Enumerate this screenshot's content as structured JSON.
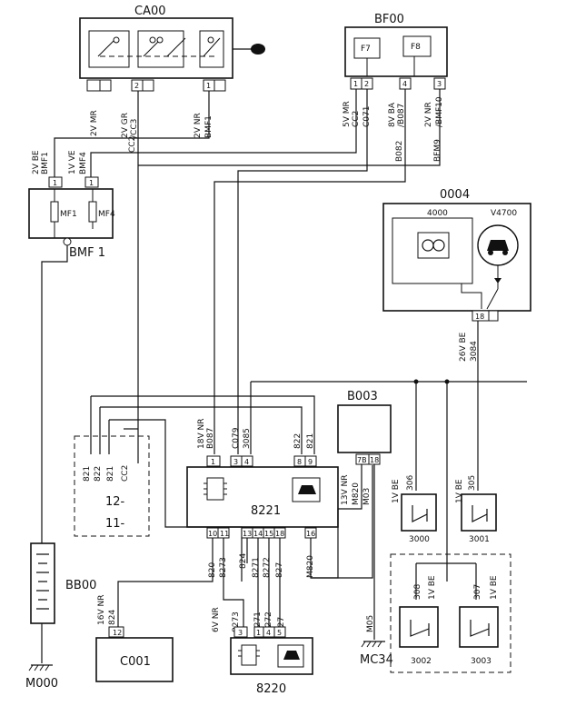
{
  "components": {
    "ca00": "CA00",
    "bf00": "BF00",
    "c0004": "0004",
    "c4000": "4000",
    "v4700": "V4700",
    "bmf1": "BMF 1",
    "mf1": "MF1",
    "mf4": "MF4",
    "b003": "B003",
    "c8221": "8221",
    "c8220": "8220",
    "bb00": "BB00",
    "c001": "C001",
    "m000": "M000",
    "mc34": "MC34",
    "s3000": "3000",
    "s3001": "3001",
    "s3002": "3002",
    "s3003": "3003",
    "f7": "F7",
    "f8": "F8",
    "box12": "12-",
    "box11": "11-"
  },
  "wires": {
    "ca00_w1": "2V MR",
    "ca00_w2a": "2V GR",
    "ca00_w2b": "/CC3",
    "ca00_w3a": "2V NR",
    "ca00_w3b": "BMF1",
    "bf_w1a": "5V MR",
    "bf_w1b": "CC2",
    "bf_w2": "C071",
    "bf_w3a": "8V BA",
    "bf_w3b": "/B087",
    "bf_w4a": "2V NR",
    "bf_w4b": "/BMF10",
    "bf_b082": "B082",
    "bf_bfm9": "BFM9",
    "cc2_mid": "CC2",
    "bmf_w1a": "2V BE",
    "bmf_w1b": "BMF1",
    "bmf_w2a": "1V VE",
    "bmf_w2b": "BMF4",
    "o4_w1": "26V BE",
    "o4_w2": "3084",
    "c8221_w1a": "18V NR",
    "c8221_w1b": "B087",
    "c8221_c079": "C079",
    "c8221_3085": "3085",
    "c8221_822": "822",
    "c8221_821": "821",
    "left_821a": "821",
    "left_822": "822",
    "left_821b": "821",
    "left_cc2": "CC2",
    "b003_w1": "13V NR",
    "b003_w2": "M820",
    "b003_w3": "M03",
    "s306_a": "1V BE",
    "s306_b": "306",
    "s305_a": "1V BE",
    "s305_b": "305",
    "s308_a": "1V BE",
    "s308_b": "308",
    "s307_a": "1V BE",
    "s307_b": "307",
    "bot_820": "820",
    "bot_8273": "8273",
    "bot_824": "824",
    "bot_8271": "8271",
    "bot_8272": "8272",
    "bot_827": "827",
    "bot_m820": "M820",
    "c001_w1": "16V NR",
    "c001_w2": "824",
    "c8220_w0": "6V NR",
    "c8220_w1": "8273",
    "c8220_w2": "8271",
    "c8220_w3": "8272",
    "c8220_w4": "827",
    "m05": "M05"
  },
  "pins": {
    "ca00": [
      "2",
      "1"
    ],
    "bf00": [
      "1",
      "2",
      "4",
      "3"
    ],
    "bmf": [
      "1",
      "1"
    ],
    "o4": [
      "18"
    ],
    "c8221_top": [
      "1",
      "3",
      "4",
      "8",
      "9"
    ],
    "c8221_bot": [
      "10",
      "11",
      "13",
      "14",
      "15",
      "18",
      "16"
    ],
    "b003": [
      "7B",
      "18"
    ],
    "c001": [
      "12"
    ],
    "c8220": [
      "3",
      "1",
      "4",
      "5"
    ]
  }
}
